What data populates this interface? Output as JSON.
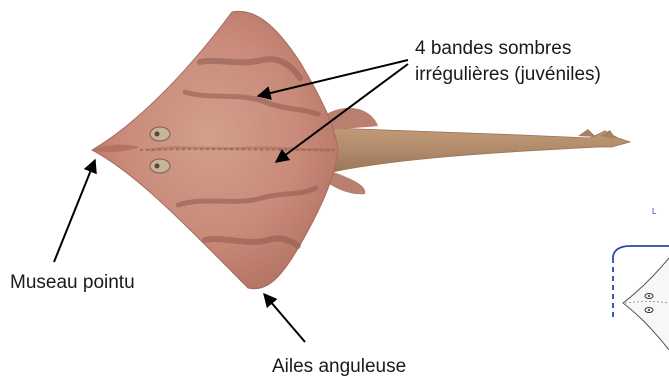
{
  "labels": {
    "bands_line1": "4 bandes sombres",
    "bands_line2": "irrégulières (juvéniles)",
    "snout": "Museau pointu",
    "wings": "Ailes anguleuse"
  },
  "inset": {
    "letter": "L"
  },
  "colors": {
    "body": "#c98a7a",
    "body_edge": "#b9776a",
    "tail": "#b08a6a",
    "band": "#8e5a4e",
    "arrow": "#000000",
    "inset_border": "#2a4aa6"
  }
}
